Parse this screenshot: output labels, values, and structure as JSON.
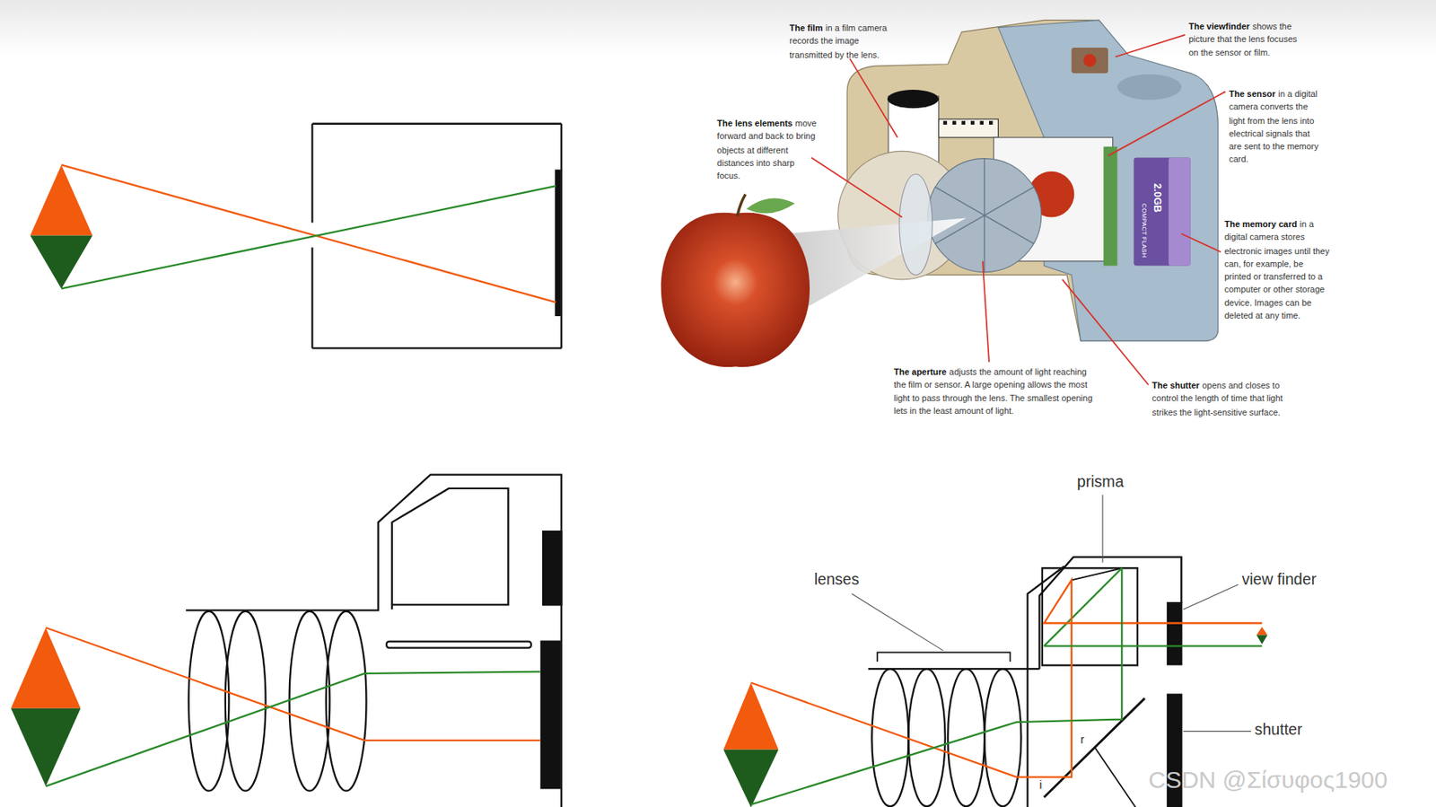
{
  "diagram": {
    "labels": [
      "The film",
      "in a film camera records the image transmitted by the lens.",
      "The viewfinder",
      "shows the picture that the lens focuses on the sensor or film.",
      "The lens elements",
      "move forward and back to bring objects at different distances into sharp focus.",
      "The sensor",
      "in a digital camera converts the light from the lens into electrical signals that are sent to the memory card.",
      "The memory card",
      "in a digital camera stores electronic images until they can, for example, be printed or transferred to a computer or other storage device. Images can be deleted at any time.",
      "The aperture",
      "adjusts the amount of light reaching the film or sensor. A large opening allows the most light to pass through the lens. The smallest opening lets in the least amount of light.",
      "The shutter",
      "opens and closes to control the length of time that light strikes the light-sensitive surface.",
      "2.0GB",
      "COMPACT FLASH",
      "prisma",
      "lenses",
      "view finder",
      "shutter",
      "r",
      "i",
      "CSDN @Σίσυφος1900"
    ]
  }
}
